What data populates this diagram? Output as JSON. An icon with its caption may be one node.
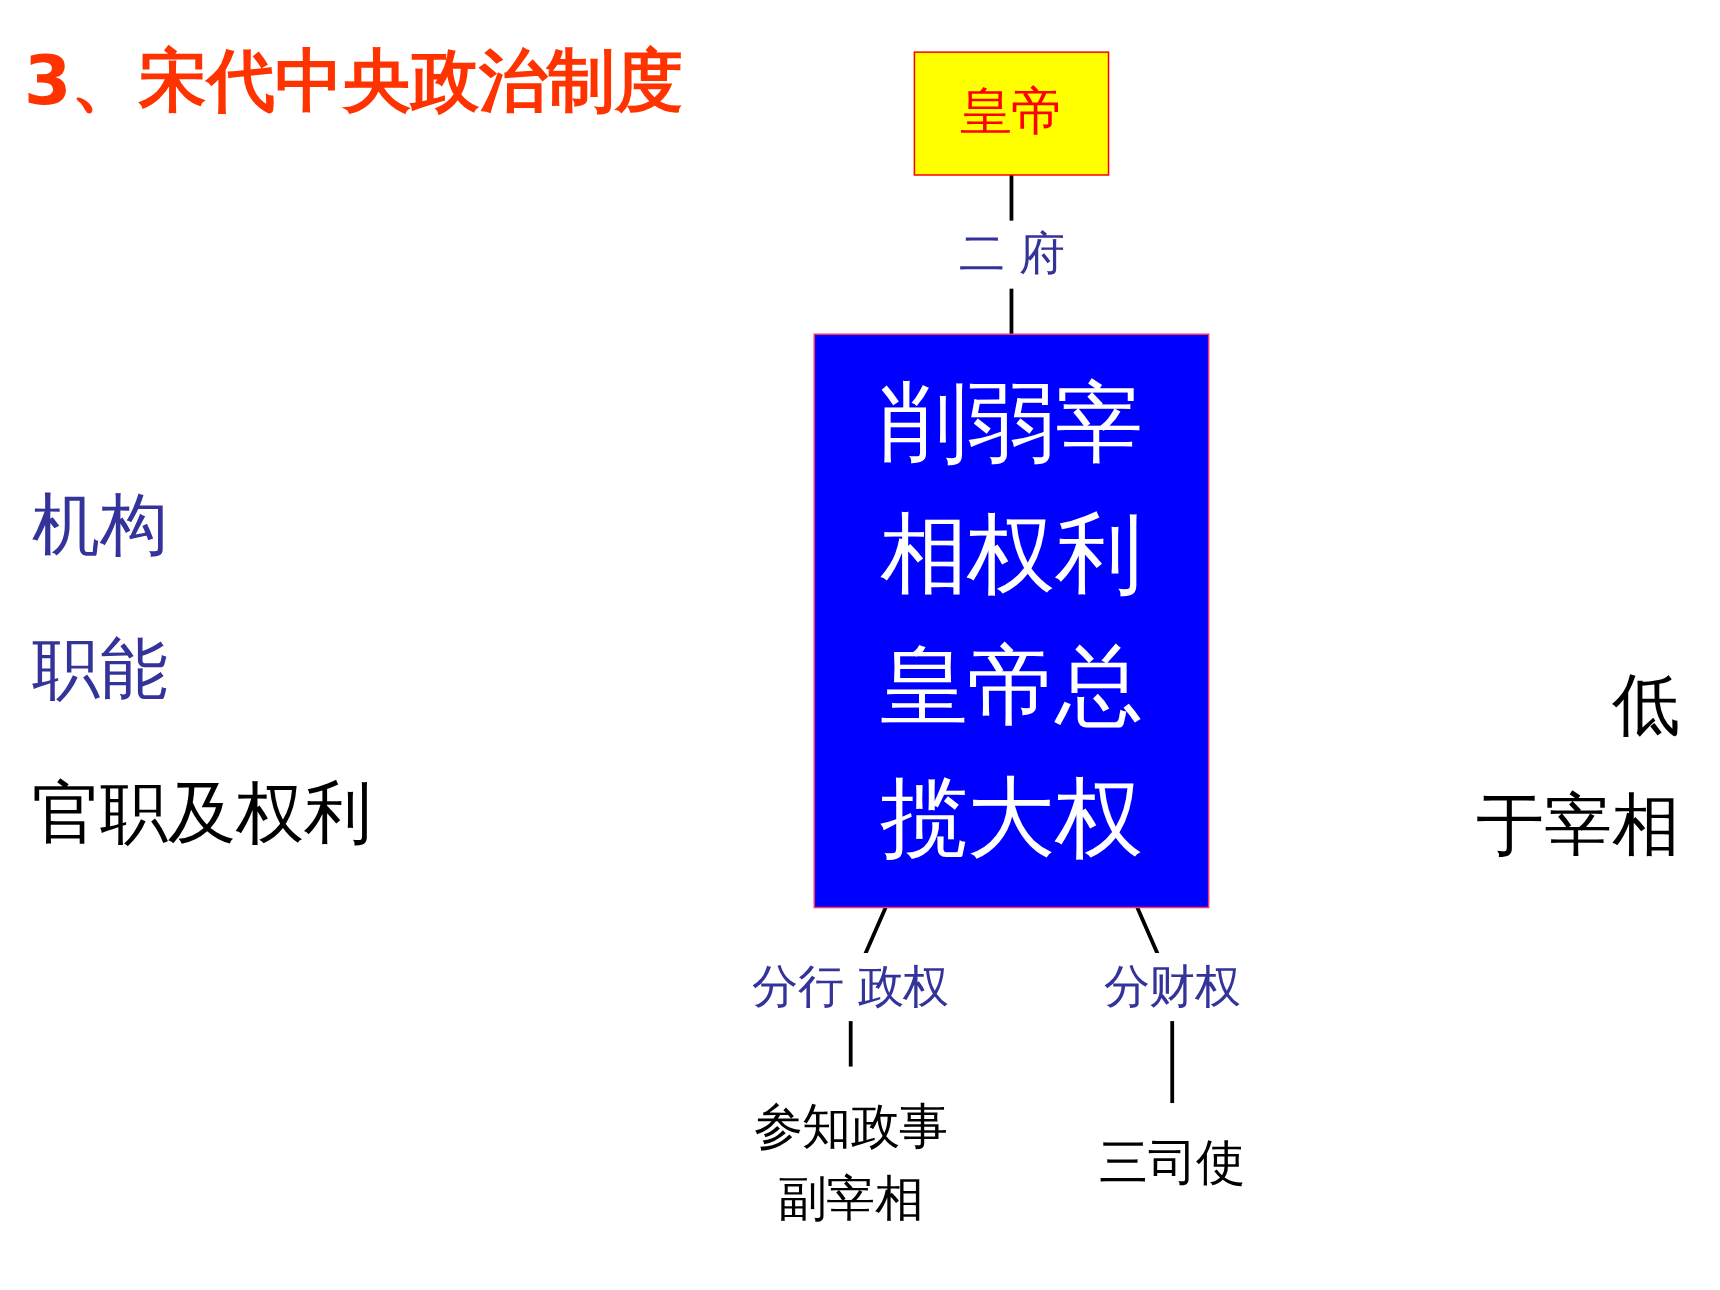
{
  "diagram": {
    "title": "3、宋代中央政治制度",
    "nodes": [
      {
        "text": [
          "皇帝"
        ]
      },
      {
        "text": [
          "削弱宰相权利",
          "皇帝总揽大权"
        ]
      },
      {
        "text": [
          "参知政事",
          "副宰相"
        ]
      },
      {
        "text": [
          "三司使"
        ]
      }
    ],
    "edges": [
      {
        "from": 0,
        "to": 1,
        "arrow": "none",
        "label": "二 府"
      },
      {
        "from": 1,
        "to": 2,
        "arrow": "none",
        "label": "分行 政权"
      },
      {
        "from": 1,
        "to": 3,
        "arrow": "none",
        "label": "分财权"
      }
    ],
    "labels": [
      "机构",
      "职能",
      "官职及权利",
      "低",
      "于宰相"
    ]
  }
}
